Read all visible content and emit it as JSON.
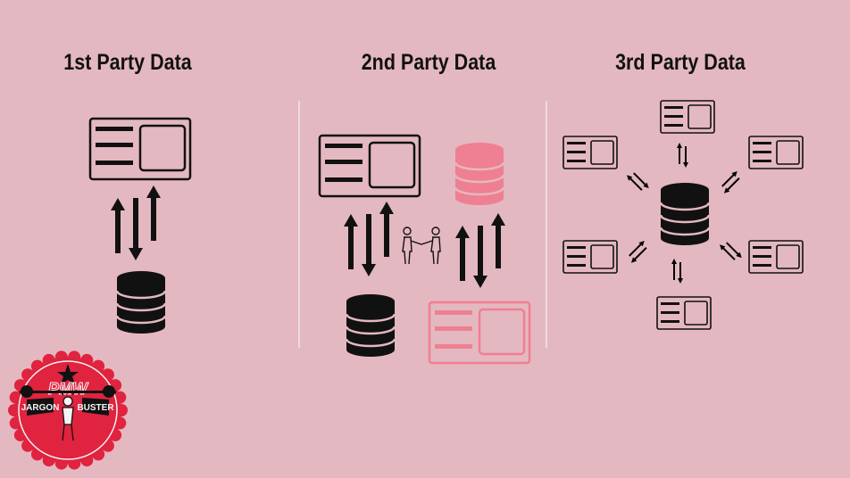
{
  "titles": {
    "first": "1st Party Data",
    "second": "2nd Party Data",
    "third": "3rd Party Data"
  },
  "badge": {
    "word1": "JARGON",
    "word2": "BUSTER",
    "monogram": "PMW"
  },
  "colors": {
    "background": "#e4b8c0",
    "ink": "#111111",
    "accent_pink": "#ef7f92",
    "divider": "#f2f2f2",
    "badge_red": "#e0233f"
  },
  "icons": [
    "profile-card-icon",
    "database-icon",
    "bidirectional-arrows-icon",
    "handshake-icon",
    "jargon-buster-badge"
  ]
}
